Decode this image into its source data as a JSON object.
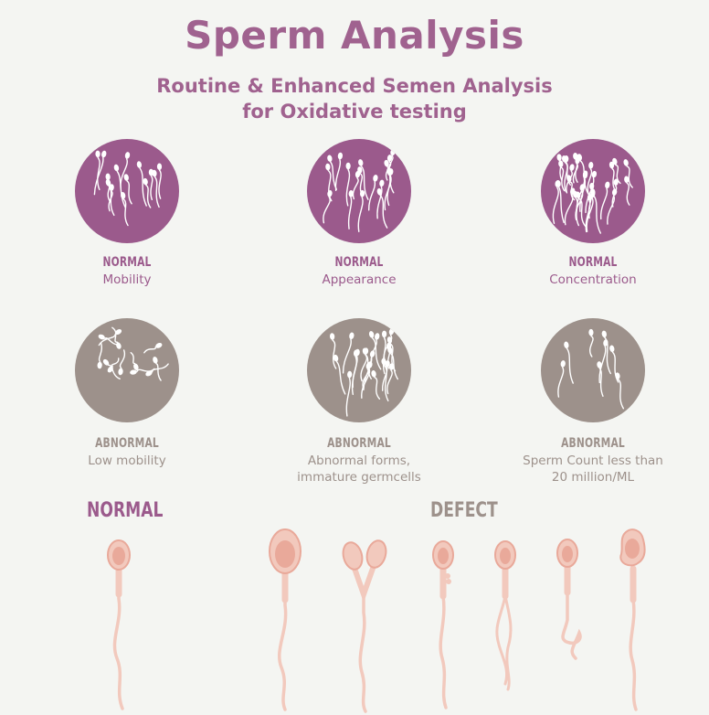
{
  "header": {
    "title": "Sperm Analysis",
    "subtitle_line1": "Routine & Enhanced Semen Analysis",
    "subtitle_line2": "for Oxidative testing"
  },
  "colors": {
    "background": "#f4f5f2",
    "normal_purple": "#9b5a8c",
    "abnormal_taupe": "#9d918b",
    "sperm_cell": "#f2c9bd",
    "sperm_nucleus": "#e9a99a"
  },
  "normal_row": [
    {
      "label": "NORMAL",
      "sub": "Mobility",
      "icon": "sperm-cluster-icon"
    },
    {
      "label": "NORMAL",
      "sub": "Appearance",
      "icon": "sperm-cluster-icon"
    },
    {
      "label": "NORMAL",
      "sub": "Concentration",
      "icon": "sperm-dense-cluster-icon"
    }
  ],
  "abnormal_row": [
    {
      "label": "ABNORMAL",
      "sub": "Low mobility",
      "icon": "sperm-scattered-icon"
    },
    {
      "label": "ABNORMAL",
      "sub1": "Abnormal forms,",
      "sub2": "immature germcells",
      "icon": "sperm-deformed-icon"
    },
    {
      "label": "ABNORMAL",
      "sub1": "Sperm Count less than",
      "sub2": "20 million/ML",
      "icon": "sperm-sparse-icon"
    }
  ],
  "bottom": {
    "normal_heading": "NORMAL",
    "defect_heading": "DEFECT"
  }
}
